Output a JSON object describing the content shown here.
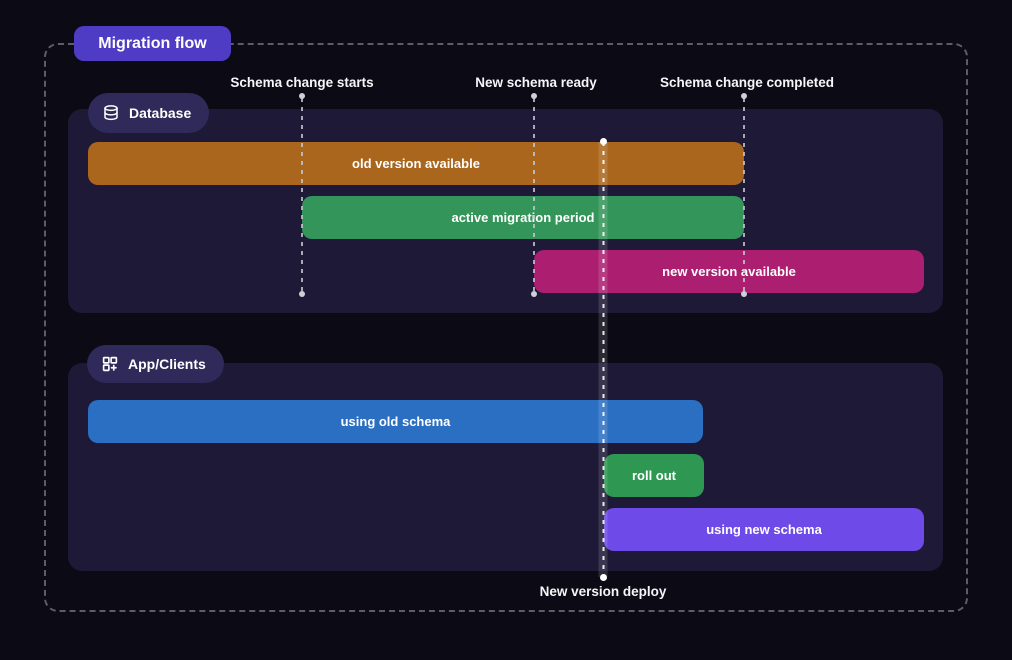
{
  "title": {
    "label": "Migration flow",
    "bg": "#4f3cc4"
  },
  "frame": {
    "border_color": "#a0a0ac"
  },
  "milestones": [
    {
      "label": "Schema change starts"
    },
    {
      "label": "New schema ready"
    },
    {
      "label": "Schema change completed"
    }
  ],
  "deploy": {
    "label": "New version deploy"
  },
  "sections": {
    "database": {
      "label": "Database",
      "icon": "database-icon",
      "badge_bg": "#2f2a59",
      "panel_bg": "#1d1936",
      "bars": [
        {
          "label": "old version available",
          "color": "#aa661c"
        },
        {
          "label": "active migration period",
          "color": "#339559"
        },
        {
          "label": "new version available",
          "color": "#ab1e70"
        }
      ]
    },
    "app": {
      "label": "App/Clients",
      "icon": "grid-plus-icon",
      "badge_bg": "#2f2a59",
      "panel_bg": "#1d1936",
      "bars": [
        {
          "label": "using old schema",
          "color": "#2b6fc2"
        },
        {
          "label": "roll out",
          "color": "#2e9751"
        },
        {
          "label": "using new schema",
          "color": "#6e4be8"
        }
      ]
    }
  },
  "colors": {
    "background": "#0c0a15",
    "panel": "#1d1936",
    "accent_purple": "#4f3cc4"
  }
}
